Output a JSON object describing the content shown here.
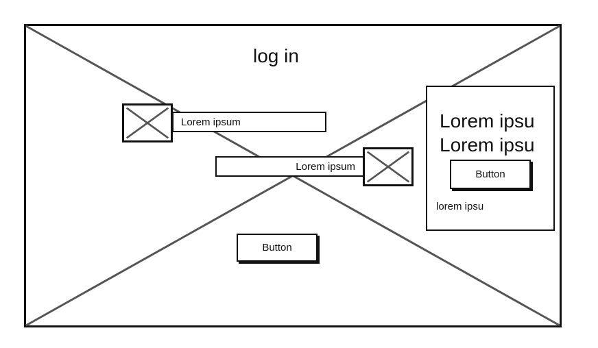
{
  "page": {
    "title": "log in"
  },
  "form": {
    "field_1": "Lorem ipsum",
    "field_2": "Lorem ipsum",
    "button": "Button"
  },
  "panel": {
    "heading_1": "Lorem ipsu",
    "heading_2": "Lorem ipsu",
    "button": "Button",
    "caption": "lorem ipsu"
  },
  "icons": {
    "frame": "image-placeholder-cross",
    "field_1_icon": "image-placeholder-icon",
    "field_2_icon": "image-placeholder-icon"
  },
  "colors": {
    "stroke": "#111111",
    "diagonal": "#555555",
    "background": "#ffffff"
  }
}
